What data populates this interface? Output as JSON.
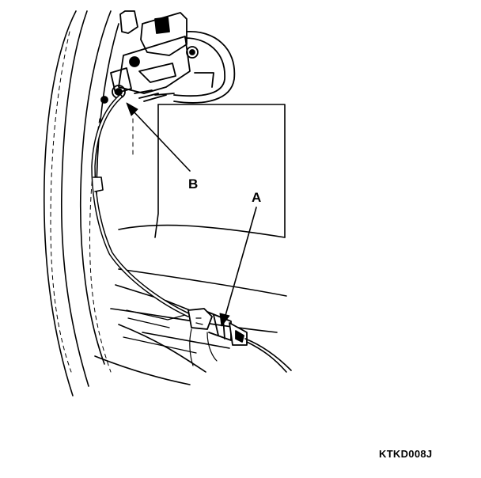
{
  "callouts": {
    "a": "A",
    "b": "B"
  },
  "figure_code": "KTKD008J",
  "colors": {
    "ink": "#000000",
    "background": "#ffffff"
  }
}
